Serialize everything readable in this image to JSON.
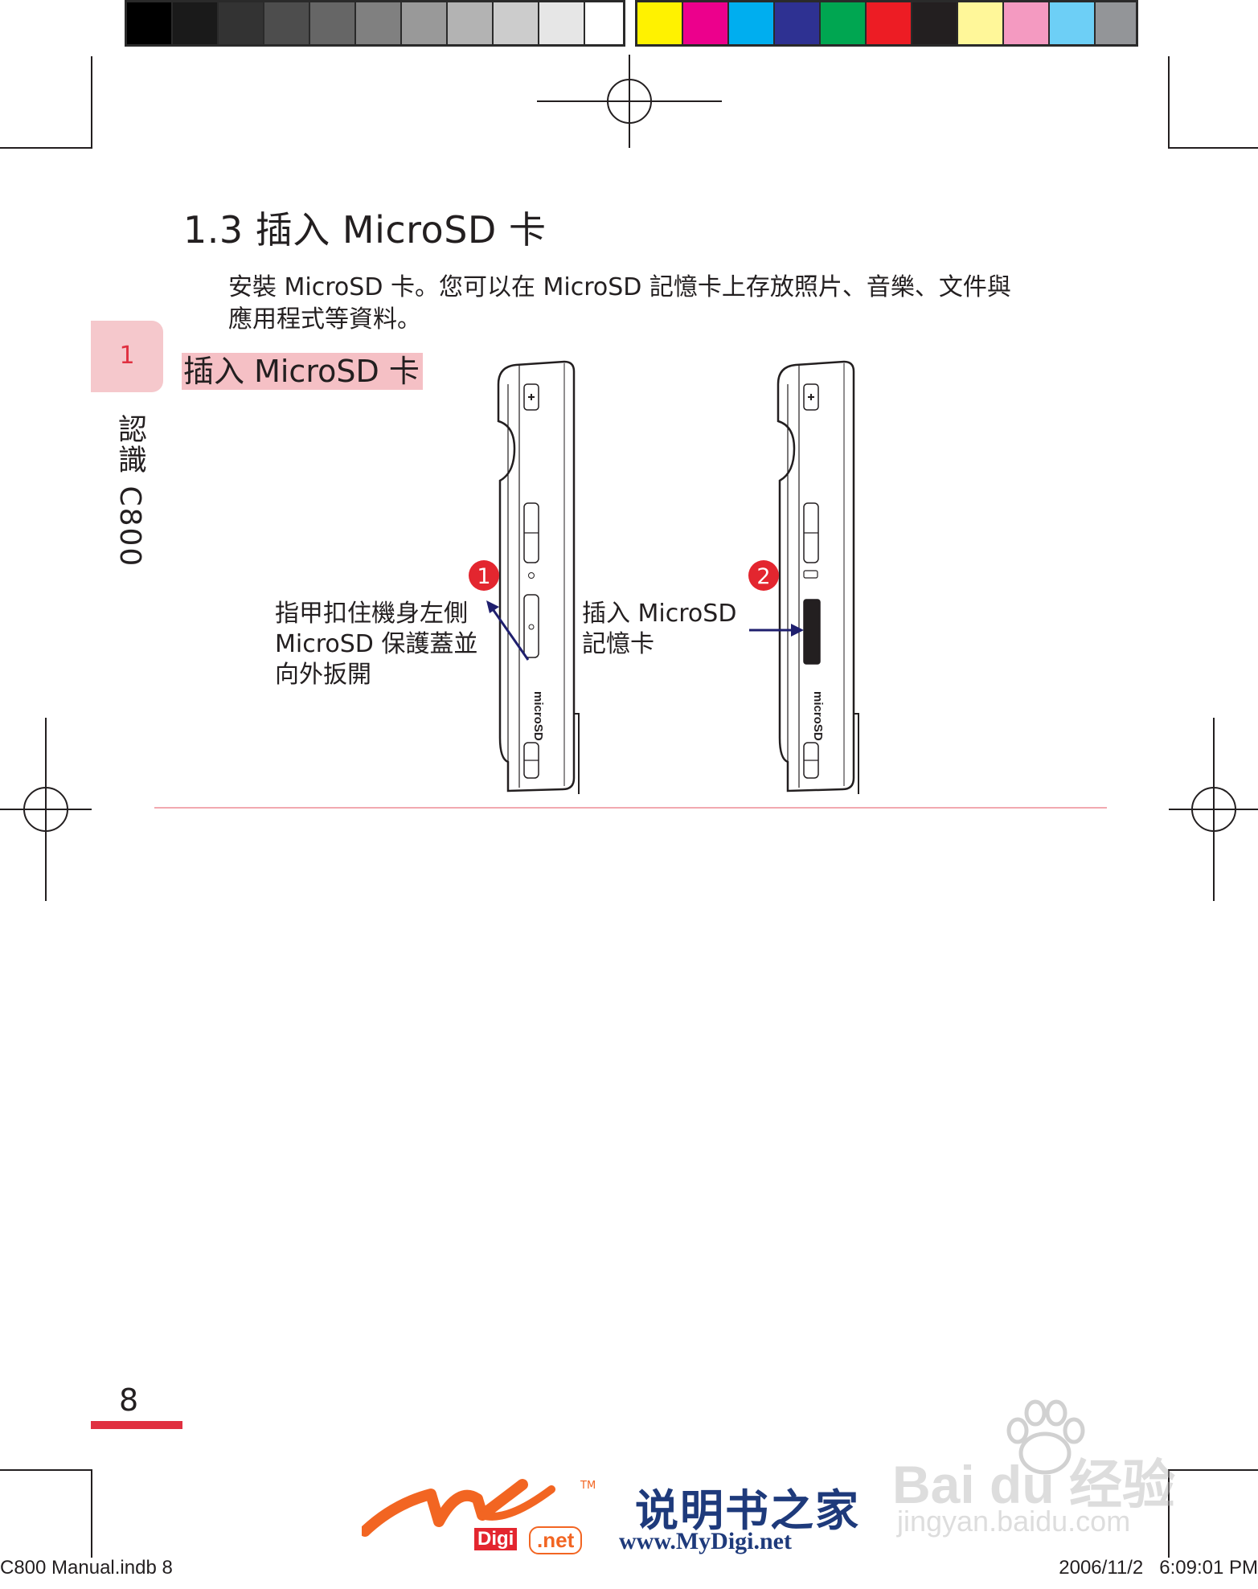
{
  "header": {
    "grayscale_swatches": [
      "#000000",
      "#1a1a1a",
      "#333333",
      "#4d4d4d",
      "#666666",
      "#808080",
      "#999999",
      "#b3b3b3",
      "#cccccc",
      "#e6e6e6",
      "#ffffff"
    ],
    "color_swatches": [
      "#fff200",
      "#ec008c",
      "#00aeef",
      "#2e3192",
      "#00a651",
      "#ed1c24",
      "#231f20",
      "#fff799",
      "#f49ac1",
      "#6dcff6",
      "#939598"
    ]
  },
  "section": {
    "title": "1.3 插入 MicroSD 卡",
    "intro_line1": "安裝 MicroSD 卡。您可以在 MicroSD 記憶卡上存放照片、音樂、文件與",
    "intro_line2": "應用程式等資料。"
  },
  "side_tab": {
    "chapter_number": "1",
    "chapter_title": "認識 C800"
  },
  "figure": {
    "subheading": "插入 MicroSD 卡",
    "step1": {
      "number": "1",
      "label_line1": "指甲扣住機身左側",
      "label_line2": "MicroSD 保護蓋並",
      "label_line3": "向外扳開"
    },
    "step2": {
      "number": "2",
      "label_line1": "插入 MicroSD",
      "label_line2": "記憶卡"
    },
    "device_mark": "microSD",
    "step_badge_color": "#e3262f",
    "arrow_color": "#1f1f6e"
  },
  "page": {
    "number": "8",
    "accent_color": "#e03040"
  },
  "watermarks": {
    "mydigi_logo_text": "MY",
    "mydigi_tm": "TM",
    "mydigi_badge": "Digi",
    "mydigi_net": ".net",
    "mydigi_chinese": "说明书之家",
    "mydigi_url": "www.MyDigi.net",
    "baidu_logo": "Bai du 经验",
    "baidu_url": "jingyan.baidu.com"
  },
  "print_slug": {
    "file": "C800 Manual.indb   8",
    "timestamp": "2006/11/2   6:09:01 PM"
  }
}
